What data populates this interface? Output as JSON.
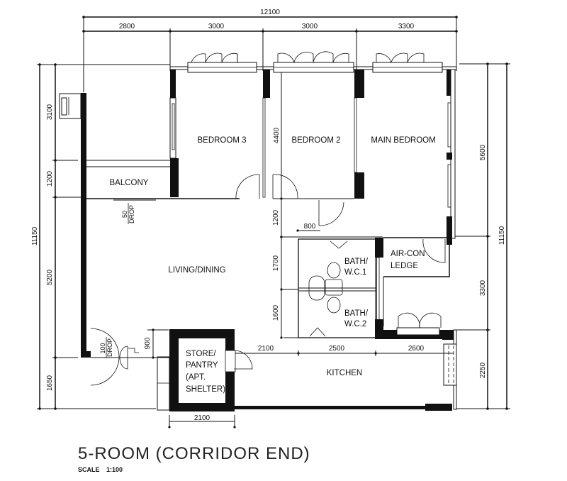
{
  "plan": {
    "title": "5-ROOM (CORRIDOR END)",
    "scale_label": "SCALE",
    "scale_value": "1:100"
  },
  "dimensions": {
    "top_total": "12100",
    "top_segments": [
      "2800",
      "3000",
      "3000",
      "3300"
    ],
    "left_total": "11150",
    "left_segments": [
      "3100",
      "1200",
      "5200",
      "1650"
    ],
    "right_total": "11150",
    "right_segments": [
      "5600",
      "3300",
      "2250"
    ],
    "interior": {
      "bedroom_depth": "4400",
      "corridor": "1200",
      "bath1": "1700",
      "bath2": "1600",
      "door_width": "800",
      "entrance_offset": "900",
      "kitchen_segments": [
        "2100",
        "2500",
        "2600"
      ],
      "store_width": "2100"
    }
  },
  "rooms": {
    "bedroom3": "BEDROOM 3",
    "bedroom2": "BEDROOM 2",
    "main_bedroom": "MAIN BEDROOM",
    "balcony": "BALCONY",
    "living_dining": "LIVING/DINING",
    "bath1_line1": "BATH/",
    "bath1_line2": "W.C.1",
    "bath2_line1": "BATH/",
    "bath2_line2": "W.C.2",
    "aircon_line1": "AIR-CON",
    "aircon_line2": "LEDGE",
    "store_line1": "STORE/",
    "store_line2": "PANTRY",
    "store_line3": "(APT.",
    "store_line4": "SHELTER)",
    "kitchen": "KITCHEN"
  },
  "notes": {
    "balcony_drop_value": "50",
    "balcony_drop_label": "DROP",
    "entrance_drop_value": "100",
    "entrance_drop_label": "DROP"
  }
}
